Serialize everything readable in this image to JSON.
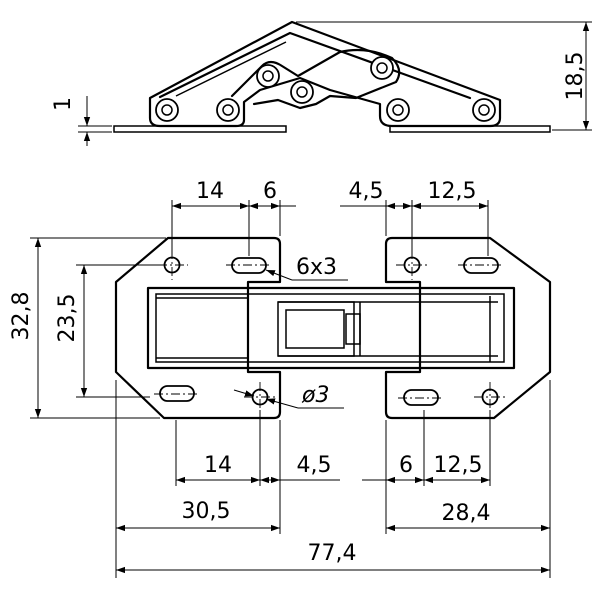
{
  "drawing": {
    "type": "technical-drawing",
    "subject": "hinge"
  },
  "side_view": {
    "height_dim": "18,5",
    "plate_dim": "1"
  },
  "plan_view": {
    "top_dims": {
      "left_hole_spacing": "14",
      "left_slot_width": "6",
      "right_slot_width": "4,5",
      "right_hole_spacing": "12,5"
    },
    "height_dims": {
      "overall": "32,8",
      "hole_spacing": "23,5"
    },
    "callouts": {
      "slot": "6x3",
      "hole": "ø3"
    },
    "bottom_dims": {
      "left_hole_spacing": "14",
      "left_offset": "4,5",
      "right_offset": "6",
      "right_hole_spacing": "12,5",
      "left_plate_width": "30,5",
      "right_plate_width": "28,4",
      "overall_length": "77,4"
    }
  }
}
